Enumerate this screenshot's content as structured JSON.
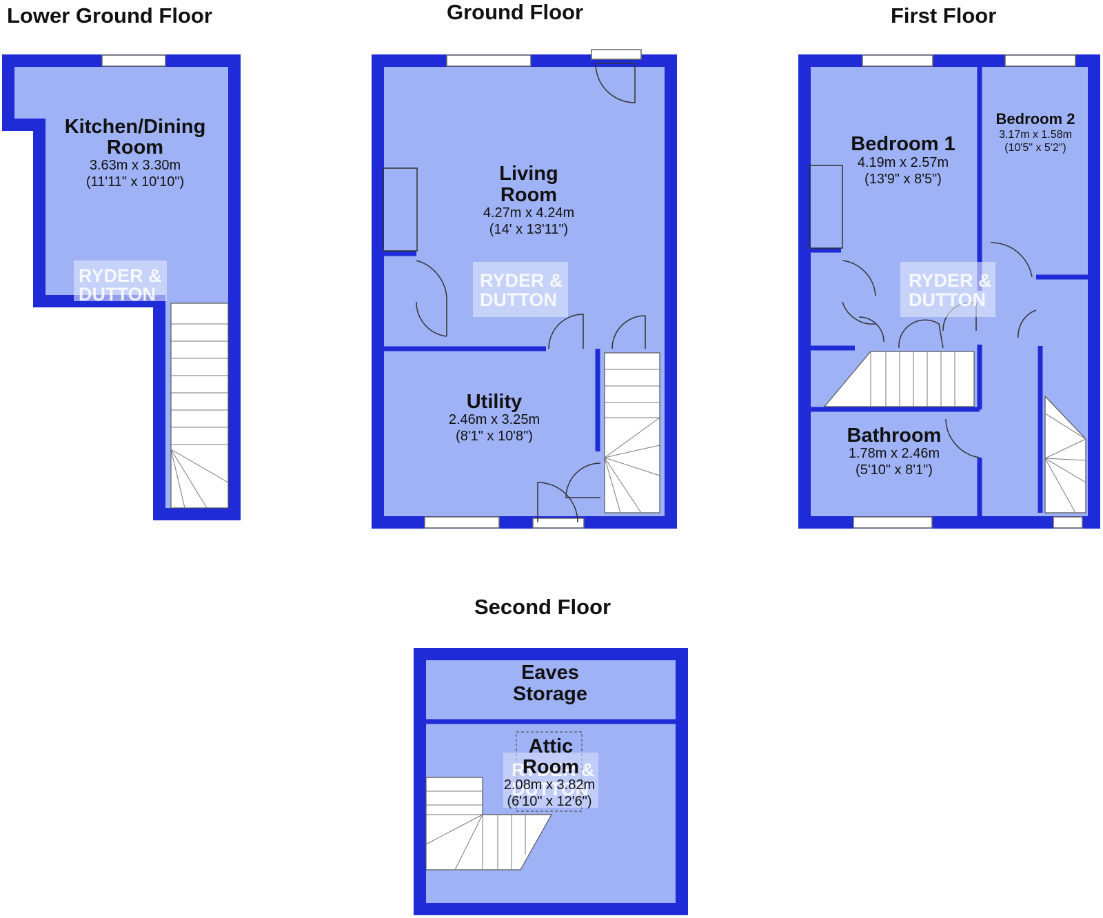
{
  "floors": [
    {
      "title": "Lower Ground Floor"
    },
    {
      "title": "Ground Floor"
    },
    {
      "title": "First Floor"
    },
    {
      "title": "Second Floor"
    }
  ],
  "rooms": {
    "kitchen": {
      "name1": "Kitchen/Dining",
      "name2": "Room",
      "dim_m": "3.63m x 3.30m",
      "dim_ft": "(11'11\" x 10'10\")"
    },
    "living": {
      "name1": "Living",
      "name2": "Room",
      "dim_m": "4.27m x 4.24m",
      "dim_ft": "(14' x 13'11\")"
    },
    "utility": {
      "name1": "Utility",
      "dim_m": "2.46m x 3.25m",
      "dim_ft": "(8'1\" x 10'8\")"
    },
    "bedroom1": {
      "name1": "Bedroom 1",
      "dim_m": "4.19m x 2.57m",
      "dim_ft": "(13'9\" x 8'5\")"
    },
    "bedroom2": {
      "name1": "Bedroom 2",
      "dim_m": "3.17m x 1.58m",
      "dim_ft": "(10'5\" x 5'2\")"
    },
    "bathroom": {
      "name1": "Bathroom",
      "dim_m": "1.78m x 2.46m",
      "dim_ft": "(5'10\" x 8'1\")"
    },
    "eaves": {
      "name1": "Eaves",
      "name2": "Storage"
    },
    "attic": {
      "name1": "Attic",
      "name2": "Room",
      "dim_m": "2.08m x 3.82m",
      "dim_ft": "(6'10\" x 12'6\")"
    }
  },
  "watermark": {
    "line1": "RYDER &",
    "line2": "DUTTON"
  },
  "colors": {
    "wall": "#1f2bd6",
    "floor": "#9fb2f5",
    "watermark_box": "#e3e8fb"
  }
}
